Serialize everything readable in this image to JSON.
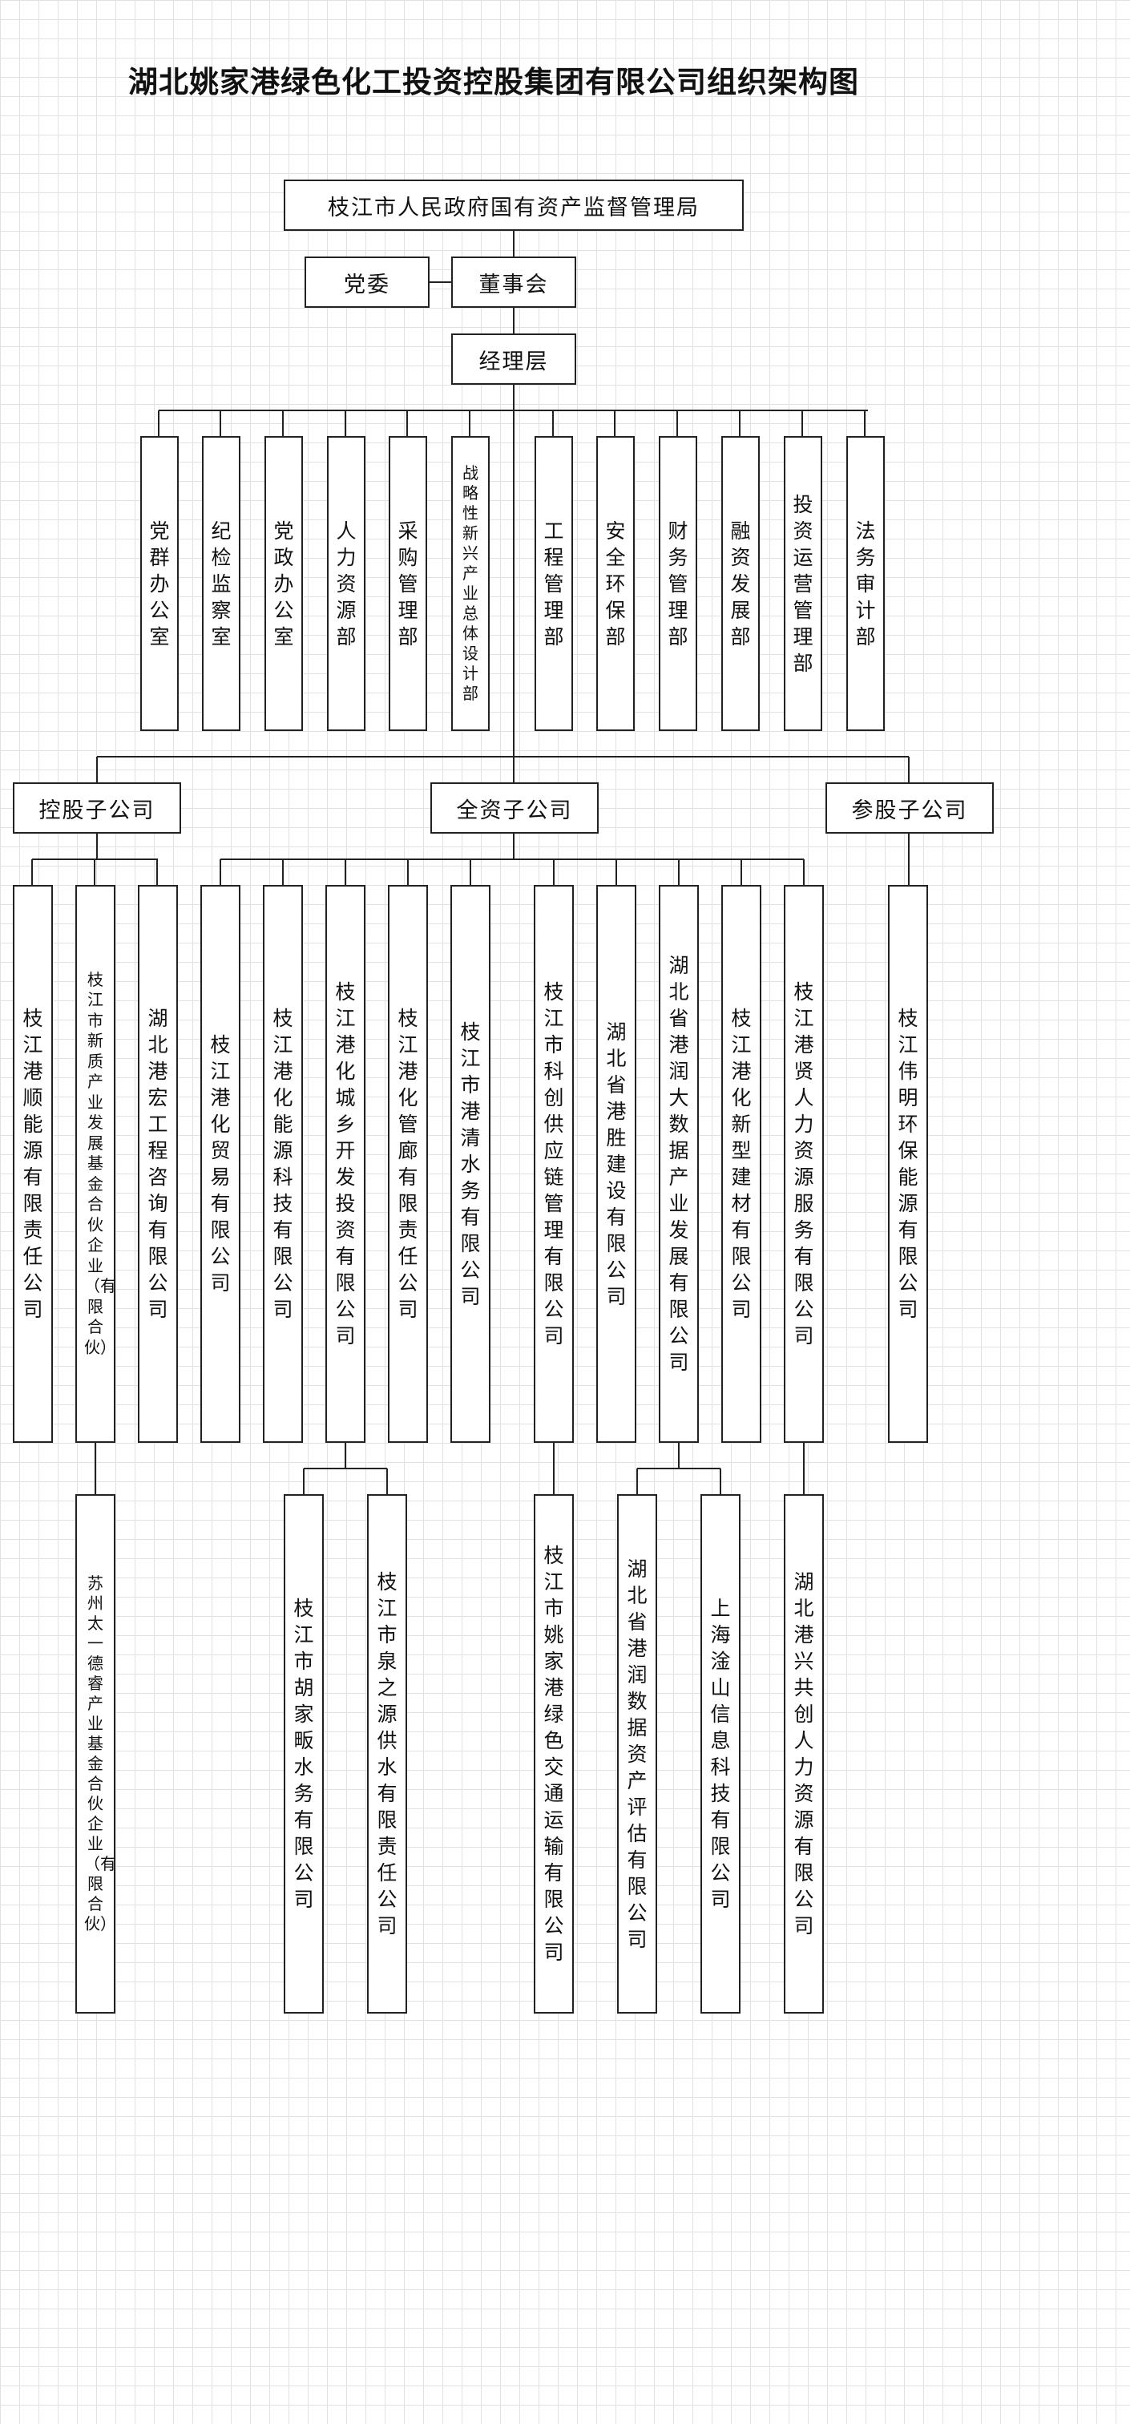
{
  "title": "湖北姚家港绿色化工投资控股集团有限公司组织架构图",
  "top": "枝江市人民政府国有资产监督管理局",
  "party": "党委",
  "board": "董事会",
  "management": "经理层",
  "departments": [
    "党群办公室",
    "纪检监察室",
    "党政办公室",
    "人力资源部",
    "采购管理部",
    "战略性新兴产业总体设计部",
    "工程管理部",
    "安全环保部",
    "财务管理部",
    "融资发展部",
    "投资运营管理部",
    "法务审计部"
  ],
  "groups": {
    "holding": "控股子公司",
    "wholly": "全资子公司",
    "equity": "参股子公司"
  },
  "holding_companies": [
    "枝江港顺能源有限责任公司",
    "枝江市新质产业发展基金合伙企业（有限合伙）",
    "湖北港宏工程咨询有限公司"
  ],
  "wholly_companies": [
    "枝江港化贸易有限公司",
    "枝江港化能源科技有限公司",
    "枝江港化城乡开发投资有限公司",
    "枝江港化管廊有限责任公司",
    "枝江市港清水务有限公司",
    "枝江市科创供应链管理有限公司",
    "湖北省港胜建设有限公司",
    "湖北省港润大数据产业发展有限公司",
    "枝江港化新型建材有限公司",
    "枝江港贤人力资源服务有限公司"
  ],
  "equity_companies": [
    "枝江伟明环保能源有限公司"
  ],
  "sub_companies": [
    "苏州太一德睿产业基金合伙企业（有限合伙）",
    "枝江市胡家畈水务有限公司",
    "枝江市泉之源供水有限责任公司",
    "枝江市姚家港绿色交通运输有限公司",
    "湖北省港润数据资产评估有限公司",
    "上海淦山信息科技有限公司",
    "湖北港兴共创人力资源有限公司"
  ]
}
